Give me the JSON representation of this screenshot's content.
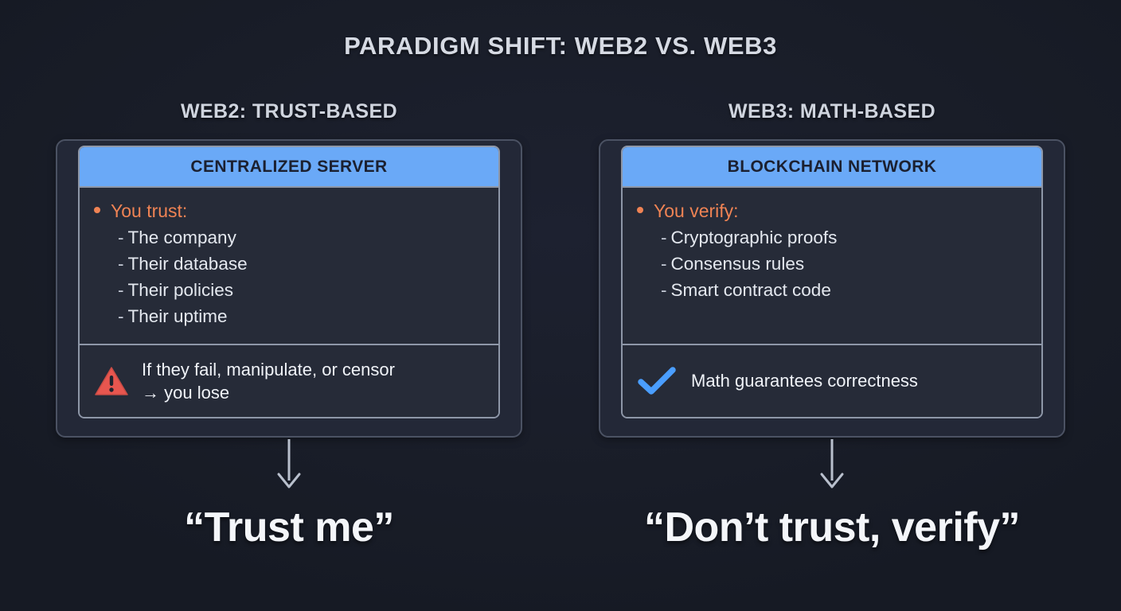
{
  "title": "PARADIGM SHIFT: WEB2 VS. WEB3",
  "columns": {
    "left": {
      "heading": "WEB2: TRUST-BASED",
      "card_header": "CENTRALIZED SERVER",
      "lead": "You trust:",
      "items": [
        "The company",
        "Their database",
        "Their policies",
        "Their uptime"
      ],
      "footer_icon": "warning-triangle-icon",
      "footer_line1": "If they fail, manipulate, or censor",
      "footer_line2": "→ you lose",
      "arrow_icon": "down-arrow-icon",
      "quote": "“Trust me”"
    },
    "right": {
      "heading": "WEB3: MATH-BASED",
      "card_header": "BLOCKCHAIN NETWORK",
      "lead": "You verify:",
      "items": [
        "Cryptographic proofs",
        "Consensus rules",
        "Smart contract code"
      ],
      "footer_icon": "check-mark-icon",
      "footer_line1": "Math guarantees correctness",
      "footer_line2": "",
      "arrow_icon": "down-arrow-icon",
      "quote": "“Don’t trust, verify”"
    }
  },
  "colors": {
    "background": "#191d28",
    "card_header_blue": "#6aa9f7",
    "accent_orange": "#ef8354",
    "warning_red": "#e8564f",
    "check_blue": "#4a9eff",
    "border_light": "#8e97a8",
    "frame_border": "#4b5263",
    "text_primary": "#e4e8ef"
  },
  "bullet_dash": "-"
}
